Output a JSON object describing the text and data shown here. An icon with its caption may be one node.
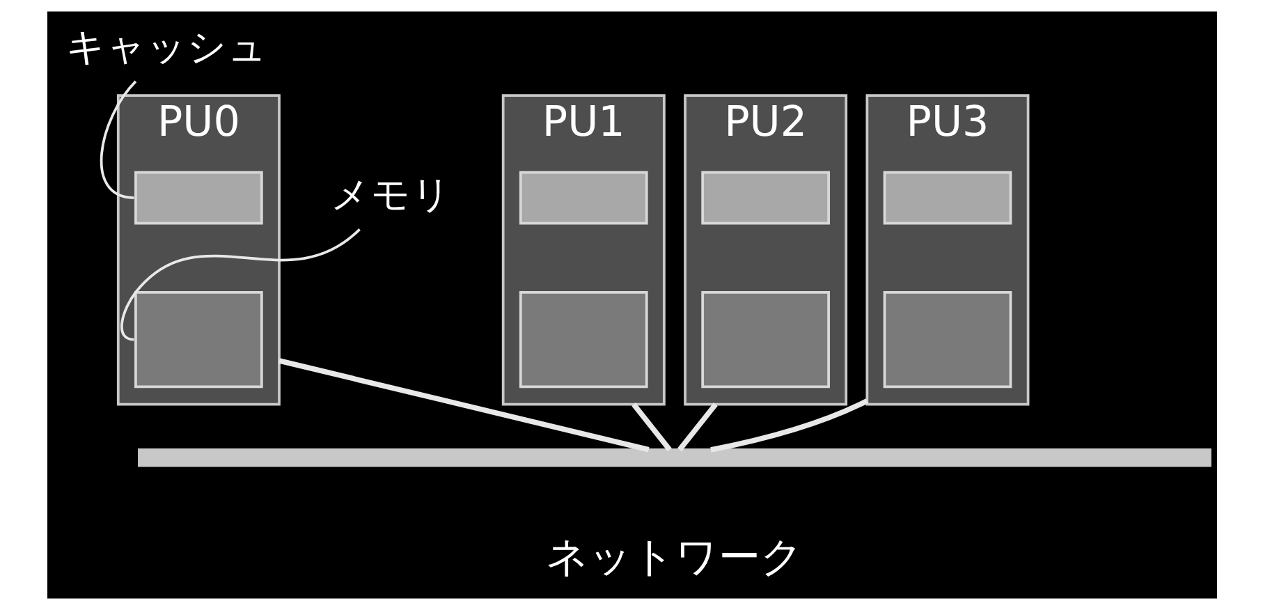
{
  "diagram": {
    "nodes": [
      {
        "text": [
          "キャッシュ"
        ]
      },
      {
        "text": [
          "メモリ"
        ]
      },
      {
        "text": [
          "PU0"
        ]
      },
      {
        "text": [],
        "shape": "box",
        "in": 2
      },
      {
        "text": [],
        "shape": "box",
        "in": 2
      },
      {
        "text": [
          "PU1"
        ]
      },
      {
        "text": [],
        "shape": "box",
        "in": 5
      },
      {
        "text": [],
        "shape": "box",
        "in": 5
      },
      {
        "text": [
          "PU2"
        ]
      },
      {
        "text": [],
        "shape": "box",
        "in": 8
      },
      {
        "text": [],
        "shape": "box",
        "in": 8
      },
      {
        "text": [
          "PU3"
        ]
      },
      {
        "text": [],
        "shape": "box",
        "in": 11
      },
      {
        "text": [],
        "shape": "box",
        "in": 11
      },
      {
        "text": [],
        "shape": "bar",
        "beside": [
          "ネットワーク"
        ]
      }
    ],
    "edges": [
      {
        "from": 0,
        "to": 3,
        "arrow": "none"
      },
      {
        "from": 1,
        "to": 4,
        "arrow": "none"
      },
      {
        "from": 2,
        "to": 14,
        "arrow": "none"
      },
      {
        "from": 5,
        "to": 14,
        "arrow": "none"
      },
      {
        "from": 8,
        "to": 14,
        "arrow": "none"
      },
      {
        "from": 11,
        "to": 14,
        "arrow": "none"
      }
    ]
  }
}
